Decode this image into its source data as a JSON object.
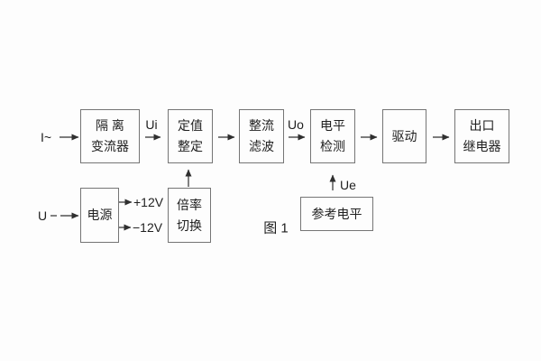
{
  "figure": {
    "caption": "图 1",
    "colors": {
      "background": "#fdfdfd",
      "box_border": "#757575",
      "line": "#2f2f2f",
      "text": "#1f1f1f"
    },
    "blocks": {
      "isolation": {
        "line1": "隔 离",
        "line2": "变流器"
      },
      "setting": {
        "line1": "定值",
        "line2": "整定"
      },
      "rectifier_filter": {
        "line1": "整流",
        "line2": "滤波"
      },
      "level_detect": {
        "line1": "电平",
        "line2": "检测"
      },
      "drive": {
        "line1": "驱动"
      },
      "output_relay": {
        "line1": "出口",
        "line2": "继电器"
      },
      "power": {
        "line1": "电源"
      },
      "ratio_switch": {
        "line1": "倍率",
        "line2": "切换"
      },
      "reference_level": {
        "line1": "参考电平"
      }
    },
    "labels": {
      "input_current": "I~",
      "input_voltage": "U",
      "ui": "Ui",
      "uo": "Uo",
      "ue": "Ue",
      "plus12v": "+12V",
      "minus12v": "−12V"
    }
  }
}
